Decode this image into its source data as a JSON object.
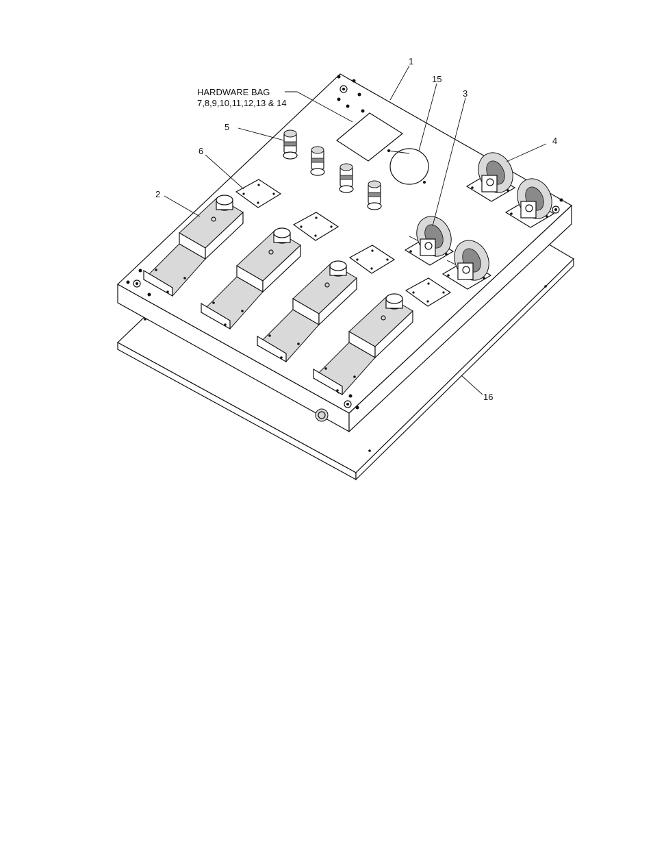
{
  "callouts": {
    "c1": "1",
    "c2": "2",
    "c3": "3",
    "c4": "4",
    "c5": "5",
    "c6": "6",
    "c15": "15",
    "c16": "16",
    "hardware_bag_line1": "HARDWARE BAG",
    "hardware_bag_line2": "7,8,9,10,11,12,13 & 14"
  },
  "colors": {
    "line": "#111111",
    "background": "#ffffff",
    "shade": "#d9d9d9"
  }
}
